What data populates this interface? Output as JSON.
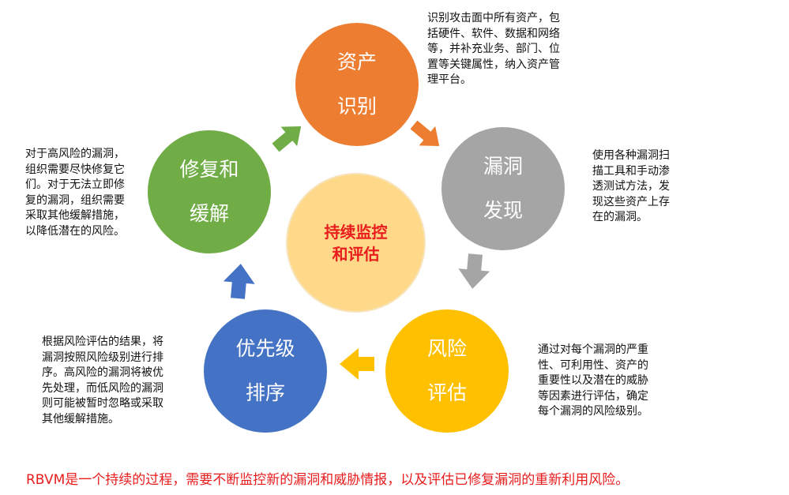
{
  "nodes": {
    "asset": {
      "lines": [
        "资产",
        "识别"
      ],
      "color": "#ed7d31"
    },
    "vuln": {
      "lines": [
        "漏洞",
        "发现"
      ],
      "color": "#a5a5a5"
    },
    "risk": {
      "lines": [
        "风险",
        "评估"
      ],
      "color": "#ffc000"
    },
    "prio": {
      "lines": [
        "优先级",
        "排序"
      ],
      "color": "#4472c4"
    },
    "fix": {
      "lines": [
        "修复和",
        "缓解"
      ],
      "color": "#70ad47"
    }
  },
  "center": {
    "lines": [
      "持续监控",
      "和评估"
    ],
    "color": "#ffd98a",
    "text_color": "#e81c1c"
  },
  "descriptions": {
    "asset": [
      "识别攻击面中所有资产，包",
      "括硬件、软件、数据和网络",
      "等，并补充业务、部门、位",
      "置等关键属性，纳入资产管",
      "理平台。"
    ],
    "vuln": [
      "使用各种漏洞扫",
      "描工具和手动渗",
      "透测试方法，发",
      "现这些资产上存",
      "在的漏洞。"
    ],
    "risk": [
      "通过对每个漏洞的严重",
      "性、可利用性、资产的",
      "重要性以及潜在的威胁",
      "等因素进行评估，确定",
      "每个漏洞的风险级别。"
    ],
    "prio": [
      "根据风险评估的结果，将",
      "漏洞按照风险级别进行排",
      "序。高风险的漏洞将被优",
      "先处理，而低风险的漏洞",
      "则可能被暂时忽略或采取",
      "其他缓解措施。"
    ],
    "fix": [
      "对于高风险的漏洞，",
      "组织需要尽快修复它",
      "们。对于无法立即修",
      "复的漏洞，组织需要",
      "采取其他缓解措施，",
      "以降低潜在的风险。"
    ]
  },
  "footer": "RBVM是一个持续的过程，需要不断监控新的漏洞和威胁情报，以及评估已修复漏洞的重新利用风险。",
  "footer_color": "#e81c1c"
}
